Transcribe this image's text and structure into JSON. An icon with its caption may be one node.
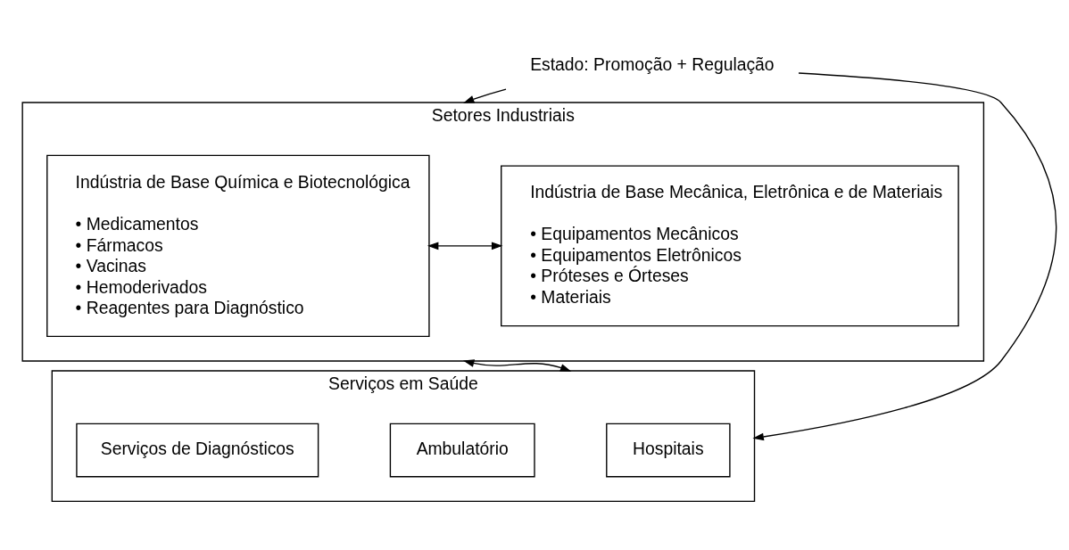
{
  "diagram": {
    "nodes": [
      {
        "text": [
          "Estado: Promoção + Regulação"
        ]
      },
      {
        "text": [
          "Setores Industriais"
        ]
      },
      {
        "text": [
          "Indústria de Base Química e Biotecnológica",
          "• Medicamentos",
          "• Fármacos",
          "• Vacinas",
          "• Hemoderivados",
          "• Reagentes para Diagnóstico"
        ],
        "in": 1
      },
      {
        "text": [
          "Indústria de Base Mecânica, Eletrônica e de Materiais",
          "• Equipamentos Mecânicos",
          "• Equipamentos Eletrônicos",
          "• Próteses e Órteses",
          "• Materiais"
        ],
        "in": 1
      },
      {
        "text": [
          "Serviços em Saúde"
        ]
      },
      {
        "text": [
          "Hospitais"
        ],
        "in": 4
      },
      {
        "text": [
          "Ambulatório"
        ],
        "in": 4
      },
      {
        "text": [
          "Serviços de Diagnósticos"
        ],
        "in": 4
      }
    ],
    "edges": [
      {
        "from": 0,
        "to": 1,
        "arrow": "to"
      },
      {
        "from": 0,
        "to": 4,
        "arrow": "to"
      },
      {
        "from": 2,
        "to": 3,
        "arrow": "both"
      },
      {
        "from": 1,
        "to": 4,
        "arrow": "both"
      }
    ]
  }
}
